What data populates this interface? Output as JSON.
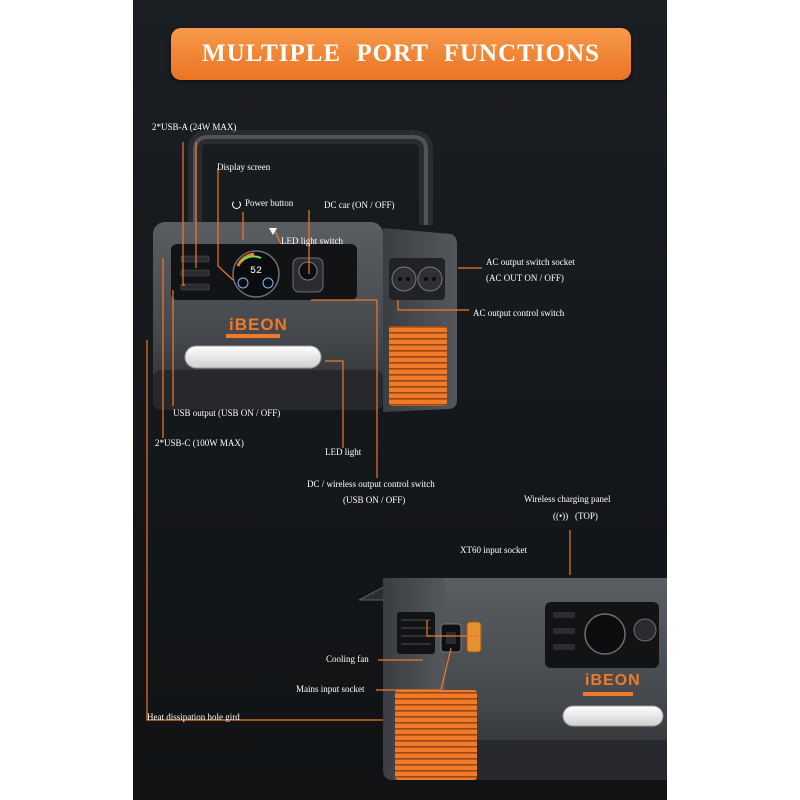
{
  "title": "MULTIPLE PORT FUNCTIONS",
  "brand": "iBEON",
  "screen_value": "52",
  "labels": {
    "usb_a": "2*USB-A (24W MAX)",
    "display": "Display screen",
    "power": "Power button",
    "dc_car": "DC car (ON / OFF)",
    "led_switch": "LED light switch",
    "ac_socket": "AC output switch socket",
    "ac_onoff": "(AC OUT ON / OFF)",
    "ac_control": "AC output control switch",
    "usb_output": "USB output (USB ON / OFF)",
    "usb_c": "2*USB-C (100W MAX)",
    "led_light": "LED light",
    "dc_wireless_1": "DC / wireless output control switch",
    "dc_wireless_2": "(USB ON / OFF)",
    "wireless_1": "Wireless charging panel",
    "wireless_2": "(TOP)",
    "xt60": "XT60 input socket",
    "fan": "Cooling fan",
    "mains": "Mains input socket",
    "heat": "Heat dissipation hole gird"
  },
  "icons": {
    "power": "power-icon",
    "led": "lightbulb-icon",
    "wireless": "wireless-icon"
  },
  "colors": {
    "accent": "#ee7a2a",
    "panel_bg": "#1b1e22",
    "label": "#ffffff",
    "device_body": "#4a4d52"
  }
}
